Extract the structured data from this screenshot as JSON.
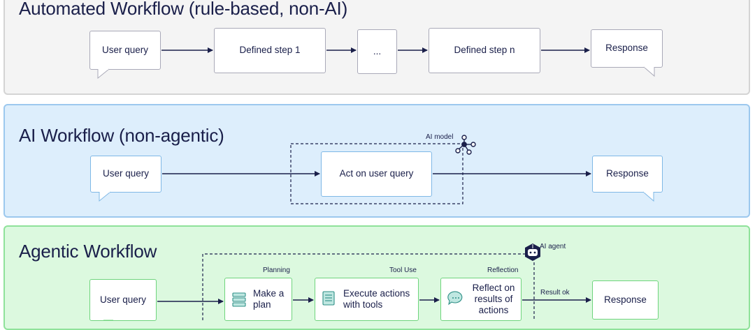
{
  "automated": {
    "title": "Automated Workflow (rule-based, non-AI)",
    "user_query": "User query",
    "step1": "Defined step 1",
    "ellipsis": "...",
    "stepn": "Defined step n",
    "response": "Response"
  },
  "ai_workflow": {
    "title": "AI Workflow (non-agentic)",
    "user_query": "User query",
    "act": "Act on user query",
    "response": "Response",
    "model_label": "AI model"
  },
  "agentic": {
    "title": "Agentic Workflow",
    "agent_label": "AI agent",
    "user_query": "User query",
    "planning_label": "Planning",
    "plan": "Make a plan",
    "tool_label": "Tool Use",
    "execute": "Execute actions with tools",
    "reflection_label": "Reflection",
    "reflect": "Reflect on results of actions",
    "result_label": "Result ok",
    "response": "Response"
  },
  "colors": {
    "navy": "#1a1f4a",
    "grey_panel": "#f4f4f4",
    "blue_panel": "#ddeefc",
    "green_panel": "#dcf9df",
    "icon_teal": "#3aa39a"
  },
  "icons": [
    "network-node-icon",
    "robot-agent-icon",
    "stack-icon",
    "document-list-icon",
    "chat-bubble-icon"
  ]
}
